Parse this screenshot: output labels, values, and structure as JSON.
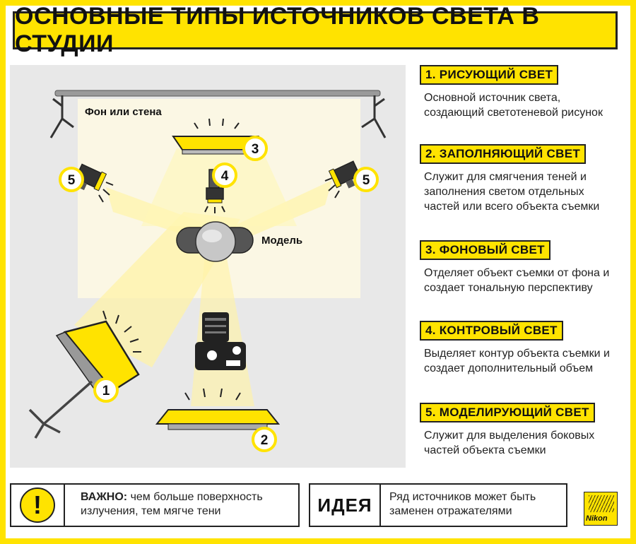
{
  "title": "ОСНОВНЫЕ ТИПЫ ИСТОЧНИКОВ СВЕТА В СТУДИИ",
  "diagram": {
    "background_label": "Фон или стена",
    "model_label": "Модель",
    "markers": [
      "1",
      "2",
      "3",
      "4",
      "5",
      "5"
    ]
  },
  "legend": [
    {
      "heading": "1. РИСУЮЩИЙ СВЕТ",
      "description": "Основной источник света, создающий светотеневой рисунок"
    },
    {
      "heading": "2. ЗАПОЛНЯЮЩИЙ СВЕТ",
      "description": "Служит для смягчения теней и заполнения светом отдельных частей или всего объекта съемки"
    },
    {
      "heading": "3. ФОНОВЫЙ СВЕТ",
      "description": "Отделяет объект съемки от фона и создает тональную перспективу"
    },
    {
      "heading": "4. КОНТРОВЫЙ СВЕТ",
      "description": "Выделяет контур объекта съемки и создает дополнительный объем"
    },
    {
      "heading": "5. МОДЕЛИРУЮЩИЙ СВЕТ",
      "description": "Служит для выделения боковых частей объекта съемки"
    }
  ],
  "notes": {
    "important_icon": "!",
    "important_label": "ВАЖНО:",
    "important_text": "чем больше поверхность излучения, тем мягче тени",
    "idea_label": "ИДЕЯ",
    "idea_text": "Ряд источников может быть заменен отражателями"
  },
  "brand": "Nikon",
  "colors": {
    "accent": "#ffe300",
    "stroke": "#222222",
    "floor": "#e8e8e8"
  }
}
